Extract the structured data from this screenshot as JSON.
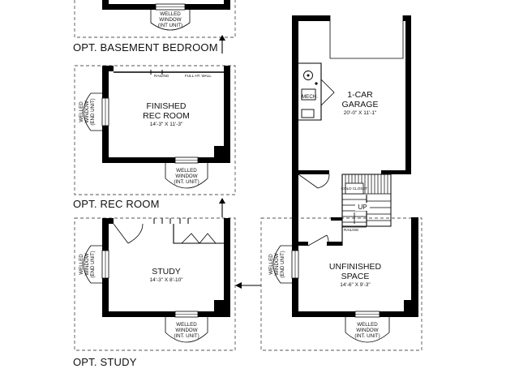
{
  "captions": {
    "basement_bedroom": "OPT. BASEMENT BEDROOM",
    "rec_room": "OPT. REC ROOM",
    "study": "OPT. STUDY"
  },
  "rooms": {
    "rec_room": {
      "line1": "FINISHED",
      "line2": "REC ROOM",
      "dims": "14'-3\" X 11'-3\""
    },
    "study": {
      "name": "STUDY",
      "dims": "14'-3\" X 8'-10\""
    },
    "garage": {
      "line1": "1-CAR",
      "line2": "GARAGE",
      "dims": "20'-0\" X 11'-1\""
    },
    "unfinished": {
      "line1": "UNFINISHED",
      "line2": "SPACE",
      "dims": "14'-6\" X 9'-3\""
    }
  },
  "windows": {
    "top_int": [
      "WELLED",
      "WINDOW",
      "(INT UNIT)"
    ],
    "rec_end": [
      "WELLED",
      "WINDOW",
      "(END UNIT)"
    ],
    "rec_int": [
      "WELLED",
      "WINDOW",
      "(INT. UNIT)"
    ],
    "study_end": [
      "WELLED",
      "WINDOW",
      "(END UNIT)"
    ],
    "study_int": [
      "WELLED",
      "WINDOW",
      "(INT. UNIT)"
    ],
    "main_end": [
      "WELLED",
      "WINDOW",
      "(END UNIT)"
    ],
    "main_int": [
      "WELLED",
      "WINDOW",
      "(INT. UNIT)"
    ]
  },
  "labels": {
    "railing_rec": "RAILING",
    "full_ht_wall": "FULL HT. WALL",
    "mech": "MECH.",
    "cold_closet": "COLD CLOSET",
    "up": "UP",
    "railing_main": "RAILING"
  }
}
